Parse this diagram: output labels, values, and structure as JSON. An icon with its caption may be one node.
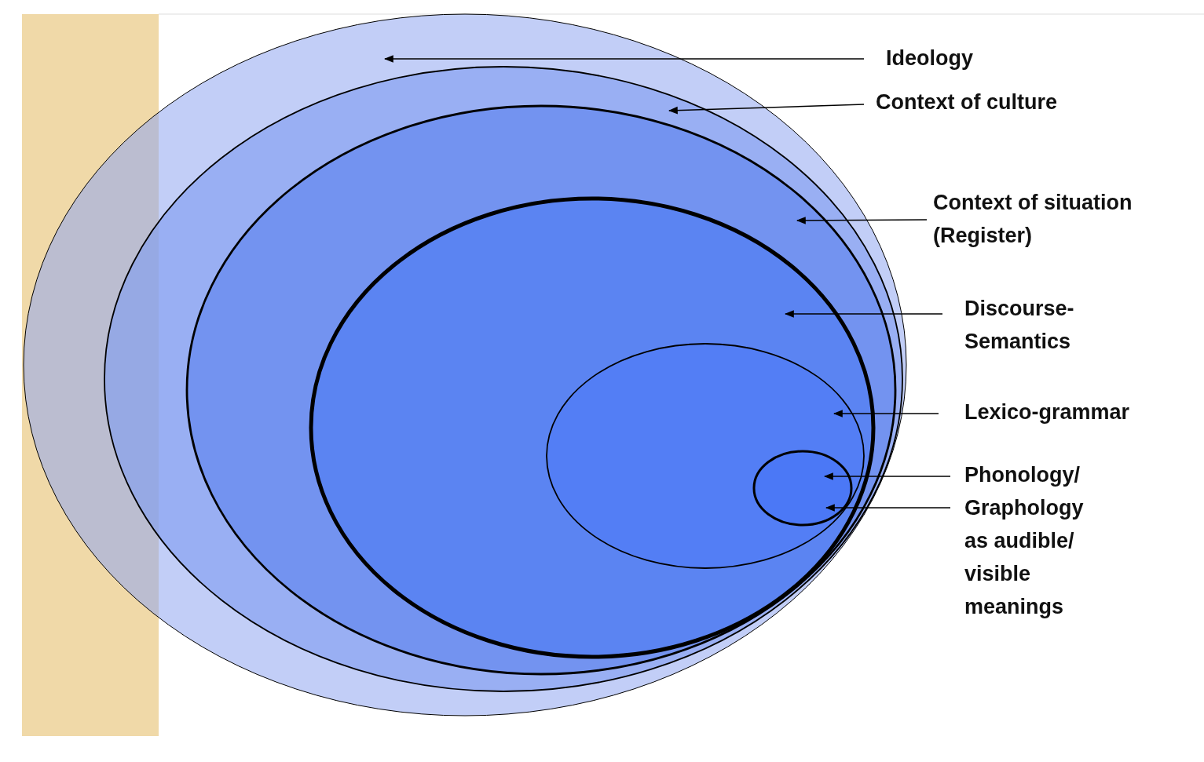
{
  "diagram": {
    "nodes": [
      {
        "text": [],
        "shape": "ellipse"
      },
      {
        "text": [],
        "shape": "ellipse",
        "in": 0
      },
      {
        "text": [],
        "shape": "ellipse",
        "in": 1
      },
      {
        "text": [],
        "shape": "ellipse",
        "in": 2
      },
      {
        "text": [],
        "shape": "ellipse",
        "in": 3
      },
      {
        "text": [],
        "shape": "ellipse",
        "in": 4
      },
      {
        "text": [
          "Ideology"
        ]
      },
      {
        "text": [
          "Context of culture"
        ]
      },
      {
        "text": [
          "Context of situation (Register)"
        ]
      },
      {
        "text": [
          "Discourse- Semantics"
        ]
      },
      {
        "text": [
          "Lexico-grammar"
        ]
      },
      {
        "text": [
          "Phonology/ Graphology as audible/ visible meanings"
        ]
      }
    ],
    "edges": [
      {
        "from": 6,
        "to": 0,
        "arrow": "to"
      },
      {
        "from": 7,
        "to": 1,
        "arrow": "to"
      },
      {
        "from": 8,
        "to": 2,
        "arrow": "to"
      },
      {
        "from": 9,
        "to": 3,
        "arrow": "to"
      },
      {
        "from": 10,
        "to": 4,
        "arrow": "to"
      },
      {
        "from": 11,
        "to": 5,
        "arrow": "to"
      },
      {
        "from": 11,
        "to": 5,
        "arrow": "to"
      }
    ]
  }
}
